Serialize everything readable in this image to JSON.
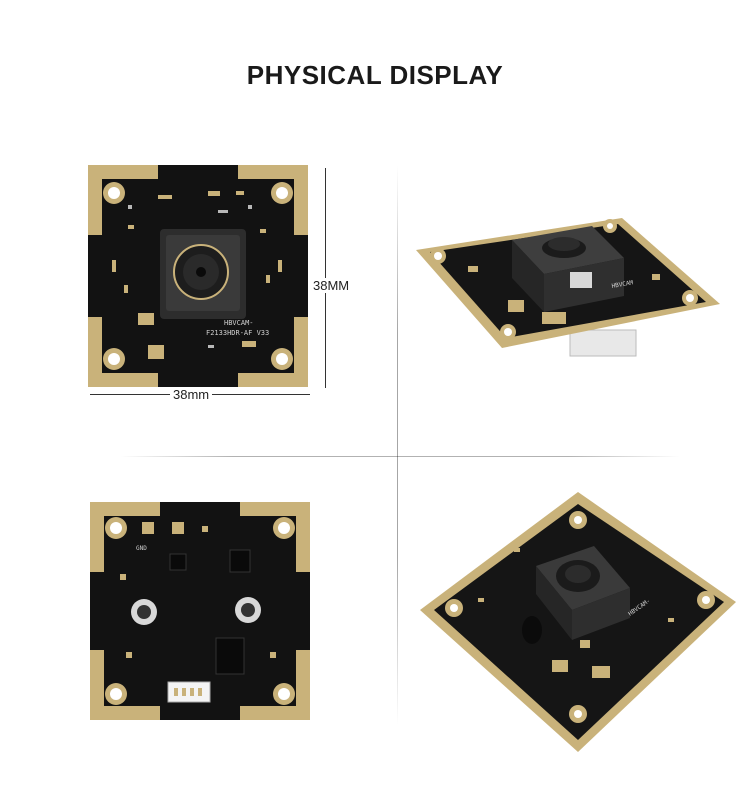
{
  "heading": "PHYSICAL DISPLAY",
  "dimensions": {
    "height_label": "38MM",
    "width_label": "38mm"
  },
  "pcb_silkscreen": {
    "line1": "HBVCAM-",
    "line2": "F2133HDR-AF V33"
  },
  "views": [
    {
      "name": "front",
      "description_icon": "camera-module-front-icon"
    },
    {
      "name": "angled-top",
      "description_icon": "camera-module-angled-icon"
    },
    {
      "name": "back",
      "description_icon": "camera-module-back-icon"
    },
    {
      "name": "angled-rotated",
      "description_icon": "camera-module-rotated-icon"
    }
  ],
  "colors": {
    "pcb": "#121212",
    "gold": "#c9b27a",
    "lens_housing": "#3a3a3a",
    "background": "#ffffff"
  }
}
